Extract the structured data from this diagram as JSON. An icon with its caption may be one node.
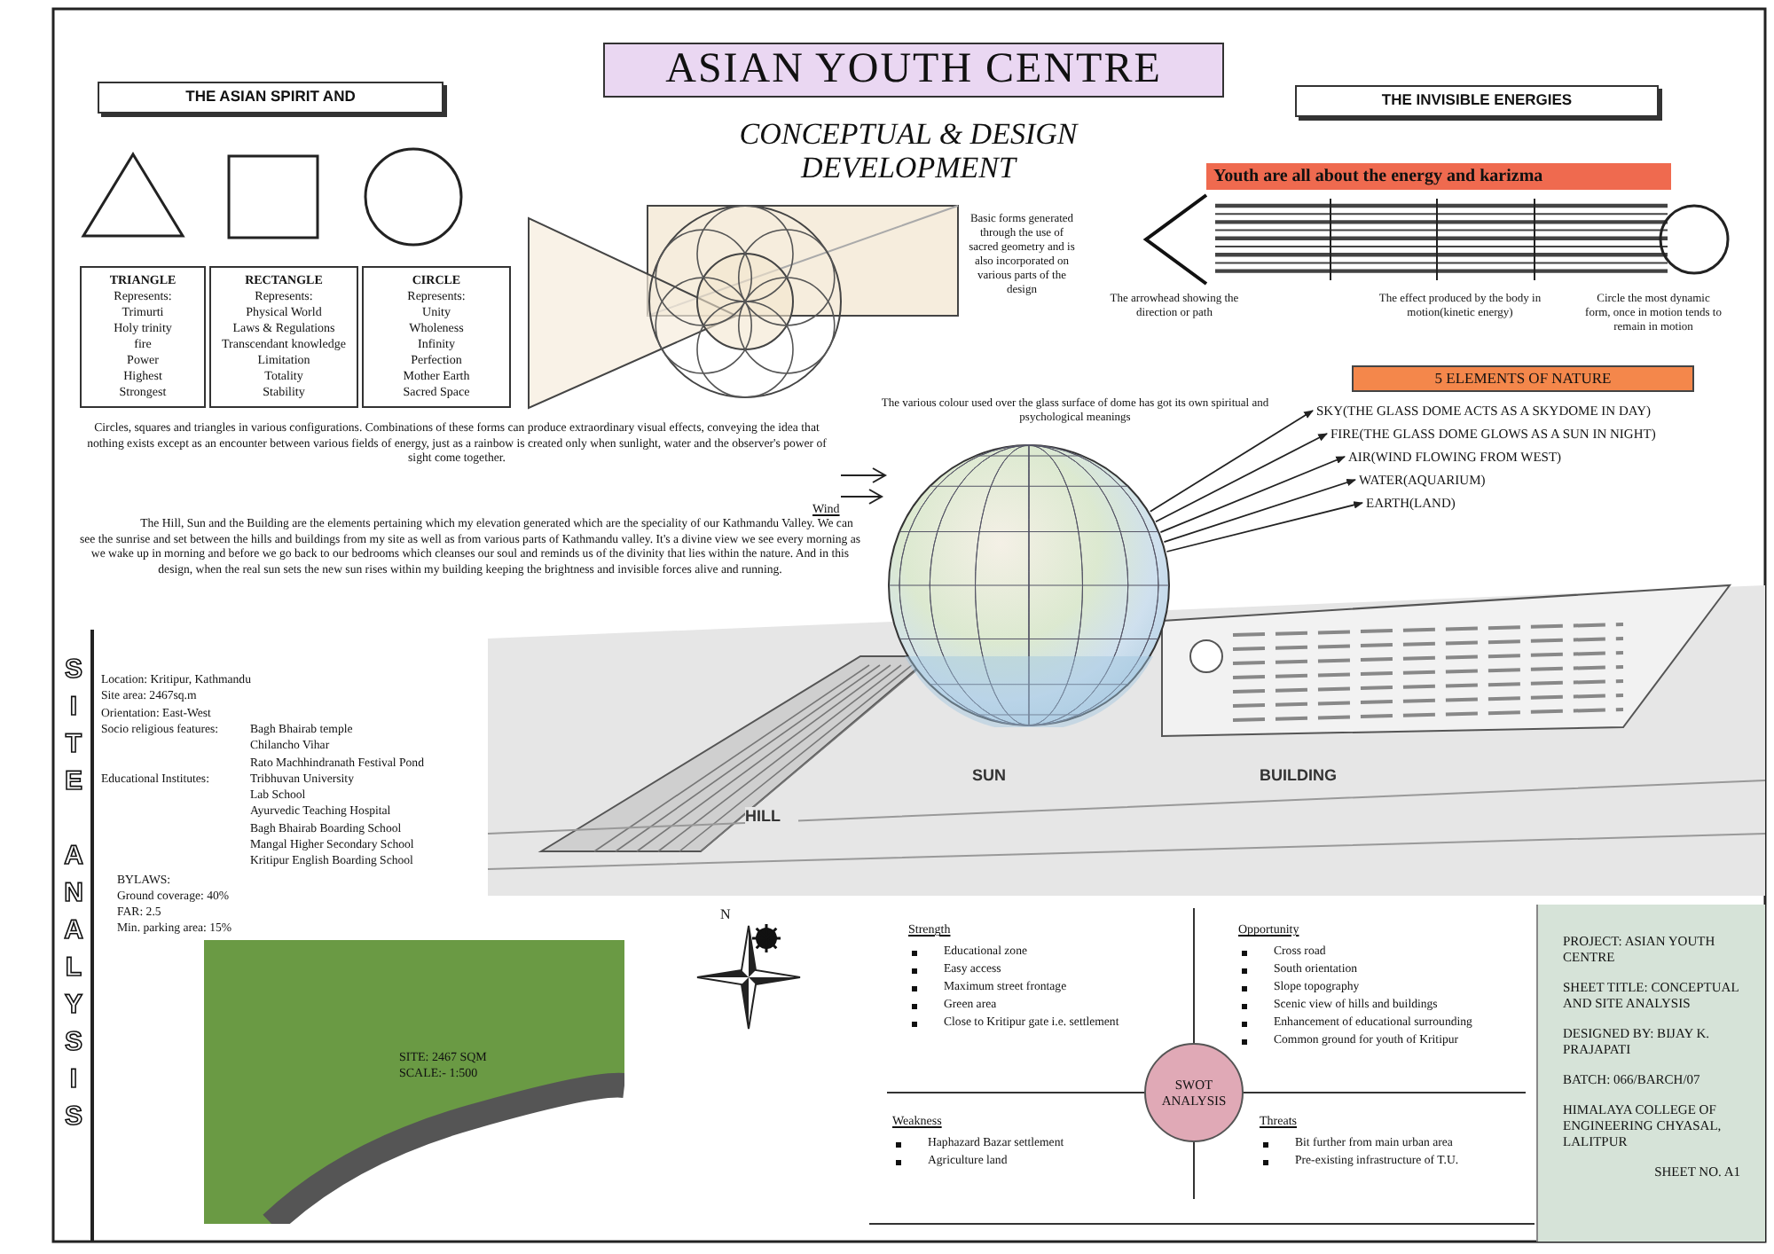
{
  "diagram": {
    "title": "ASIAN YOUTH CENTRE",
    "nodes": [
      {
        "text": [
          "THE ASIAN SPIRIT AND"
        ]
      },
      {
        "text": [
          "THE INVISIBLE ENERGIES"
        ]
      },
      {
        "text": [
          "TRIANGLE",
          "Represents:",
          "Trimurti",
          "Holy trinity",
          "fire",
          "Power",
          "Highest",
          "Strongest"
        ]
      },
      {
        "text": [
          "RECTANGLE",
          "Represents:",
          "Physical World",
          "Laws & Regulations",
          "Transcendant knowledge",
          "Limitation",
          "Totality",
          "Stability"
        ]
      },
      {
        "text": [
          "CIRCLE",
          "Represents:",
          "Unity",
          "Wholeness",
          "Infinity",
          "Perfection",
          "Mother Earth",
          "Sacred Space"
        ]
      },
      {
        "text": [
          "Youth are all about the energy and karizma"
        ]
      },
      {
        "text": [
          "5 ELEMENTS OF NATURE"
        ]
      },
      {
        "text": [
          "SKY(THE GLASS DOME ACTS AS A SKYDOME IN DAY)"
        ]
      },
      {
        "text": [
          "FIRE(THE GLASS DOME GLOWS AS A SUN IN NIGHT)"
        ]
      },
      {
        "text": [
          "AIR(WIND FLOWING FROM WEST)"
        ]
      },
      {
        "text": [
          "WATER(AQUARIUM)"
        ]
      },
      {
        "text": [
          "EARTH(LAND)"
        ]
      },
      {
        "text": [],
        "shape": "picture"
      },
      {
        "text": [
          "SITE ANALYSIS"
        ]
      },
      {
        "text": [
          "SITE: 2467 SQM",
          "SCALE:- 1:500"
        ]
      },
      {
        "text": [
          "SWOT ANALYSIS"
        ]
      },
      {
        "text": [
          "PROJECT: ASIAN YOUTH CENTRE",
          "SHEET TITLE: CONCEPTUAL AND SITE ANALYSIS",
          "DESIGNED BY: BIJAY K. PRAJAPATI",
          "BATCH: 066/BARCH/07",
          "HIMALAYA COLLEGE OF ENGINEERING CHYASAL, LALITPUR",
          "SHEET NO.  A1"
        ]
      }
    ],
    "edges": [
      {
        "from": 12,
        "to": 7,
        "arrow": "to"
      },
      {
        "from": 12,
        "to": 8,
        "arrow": "to"
      },
      {
        "from": 12,
        "to": 9,
        "arrow": "to"
      },
      {
        "from": 12,
        "to": 10,
        "arrow": "to"
      },
      {
        "from": 12,
        "to": 11,
        "arrow": "to"
      }
    ],
    "labels": [
      "CONCEPTUAL & DESIGN DEVELOPMENT",
      "Basic forms generated through the use of sacred geometry and is also incorporated on various parts of the design",
      "The arrowhead showing the direction or path",
      "The effect produced by the body in motion(kinetic energy)",
      "Circle the most dynamic form, once in motion tends to remain in motion",
      "The various colour used over the glass surface of dome has got its own spiritual and psychological meanings",
      "Circles, squares and triangles in various configurations. Combinations of these forms can produce extraordinary visual effects, conveying the idea that nothing exists except as an encounter between various fields of energy, just as a rainbow is created only when sunlight, water and the observer's power of sight come together.",
      "The Hill, Sun and the Building are the elements pertaining which my elevation generated which are the speciality of our Kathmandu Valley. We can see the sunrise and set between the hills and buildings from my site as well as from various parts of Kathmandu valley. It's a divine view we see every morning as we wake up in morning and before we go back to our bedrooms which cleanses our soul and reminds us of the divinity that lies within the nature. And in this design, when the real sun sets the new sun rises within my building keeping the brightness and invisible forces alive and running.",
      "Wind",
      "HILL",
      "SUN",
      "BUILDING",
      "Location: Kritipur, Kathmandu",
      "Site area: 2467sq.m",
      "Orientation: East-West",
      "Socio religious features:",
      "Bagh Bhairab temple",
      "Chilancho Vihar",
      "Rato Machhindranath Festival Pond",
      "Educational Institutes:",
      "Tribhuvan University",
      "Lab School",
      "Ayurvedic Teaching Hospital",
      "Bagh Bhairab Boarding School",
      "Mangal Higher Secondary School",
      "Kritipur English Boarding School",
      "BYLAWS:",
      "Ground coverage: 40%",
      "FAR: 2.5",
      "Min. parking area: 15%",
      "N",
      "Strength",
      "Educational zone",
      "Easy access",
      "Maximum street frontage",
      "Green area",
      "Close to Kritipur gate i.e. settlement",
      "Opportunity",
      "Cross road",
      "South orientation",
      "Slope topography",
      "Scenic view of hills and buildings",
      "Enhancement of educational surrounding",
      "Common ground for youth of Kritipur",
      "Weakness",
      "Haphazard Bazar settlement",
      "Agriculture land",
      "Threats",
      "Bit further from main urban area",
      "Pre-existing infrastructure of T.U."
    ]
  }
}
